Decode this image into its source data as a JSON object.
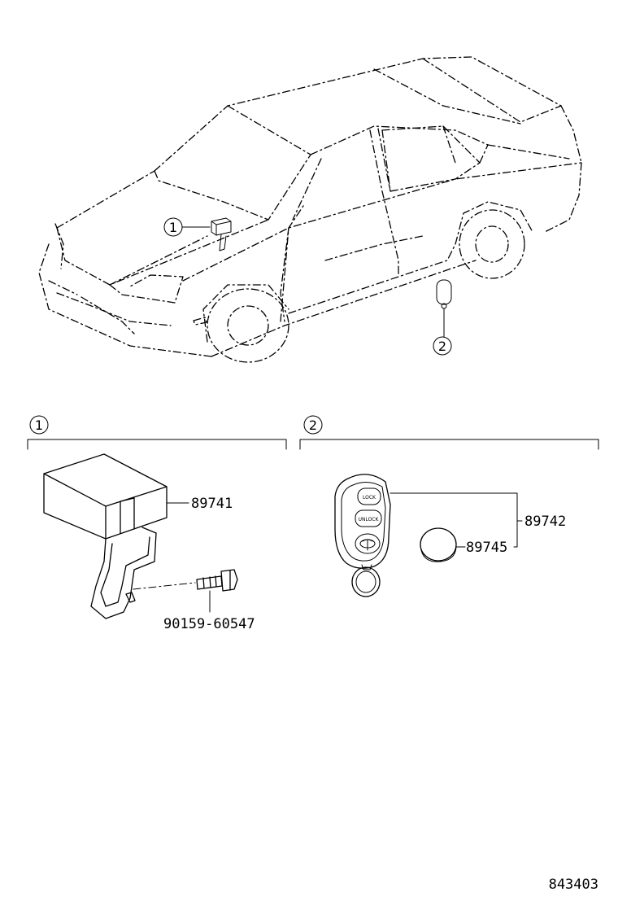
{
  "callouts": {
    "one": "1",
    "two": "2"
  },
  "parts": {
    "receiver": "89741",
    "bolt": "90159-60547",
    "transmitter": "89742",
    "battery": "89745"
  },
  "fob_buttons": {
    "lock": "LOCK",
    "unlock": "UNLOCK"
  },
  "diagram_code": "843403"
}
